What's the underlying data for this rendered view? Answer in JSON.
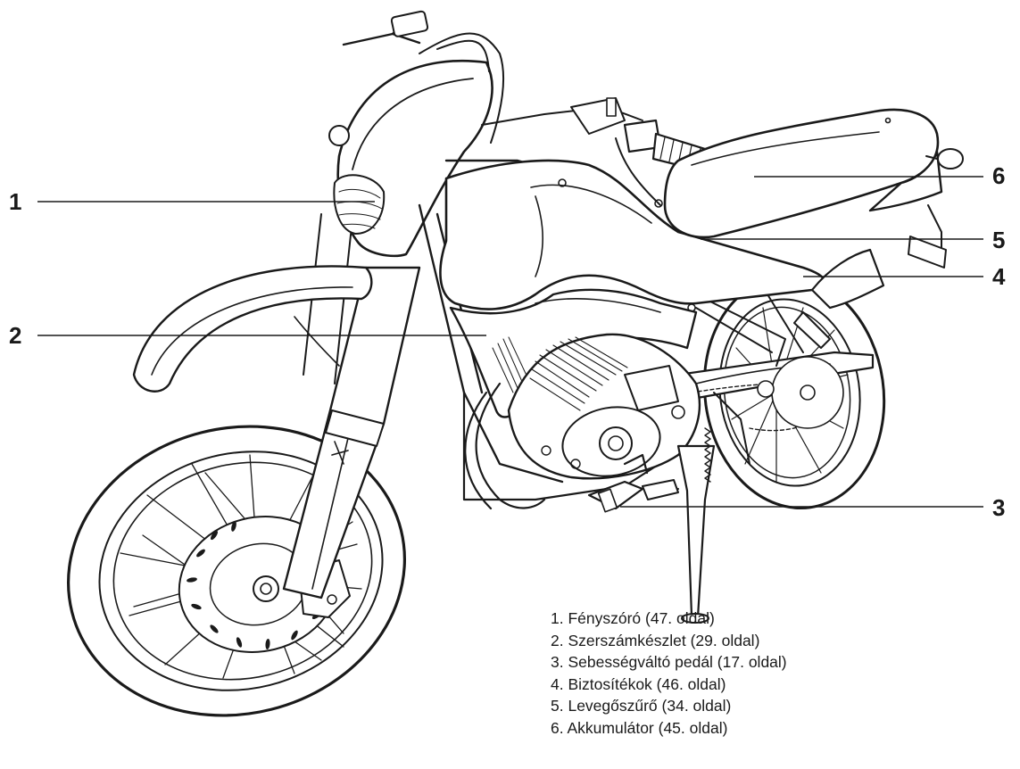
{
  "callouts": [
    {
      "number": "1"
    },
    {
      "number": "2"
    },
    {
      "number": "3"
    },
    {
      "number": "4"
    },
    {
      "number": "5"
    },
    {
      "number": "6"
    }
  ],
  "legend": {
    "items": [
      "1. Fényszóró (47. oldal)",
      "2. Szerszámkészlet (29. oldal)",
      "3. Sebességváltó pedál (17. oldal)",
      "4. Biztosítékok (46. oldal)",
      "5. Levegőszűrő (34. oldal)",
      "6. Akkumulátor (45. oldal)"
    ]
  },
  "colors": {
    "ink": "#1a1a1a",
    "background": "#ffffff"
  }
}
